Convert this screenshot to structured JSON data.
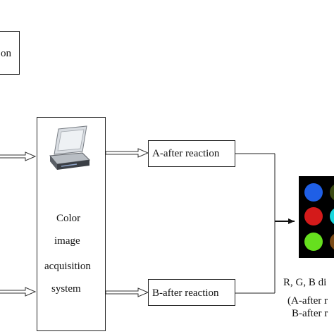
{
  "top_box": {
    "text_fragment": "on"
  },
  "acquisition": {
    "label_lines": [
      "Color",
      "image",
      "acquisition",
      "system"
    ],
    "scanner_icon": "scanner-icon"
  },
  "outputs": {
    "a_label": "A-after reaction",
    "b_label": "B-after reaction"
  },
  "result": {
    "line1": "R, G, B di",
    "line2": "(A-after r",
    "line3": "B-after r"
  },
  "colors": {
    "dots": [
      "#1f5fe6",
      "#3a4a12",
      "#d41a1a",
      "#19d6dc",
      "#66e01e",
      "#7a4a16"
    ],
    "grid_background": "#000000",
    "stroke": "#222222"
  }
}
